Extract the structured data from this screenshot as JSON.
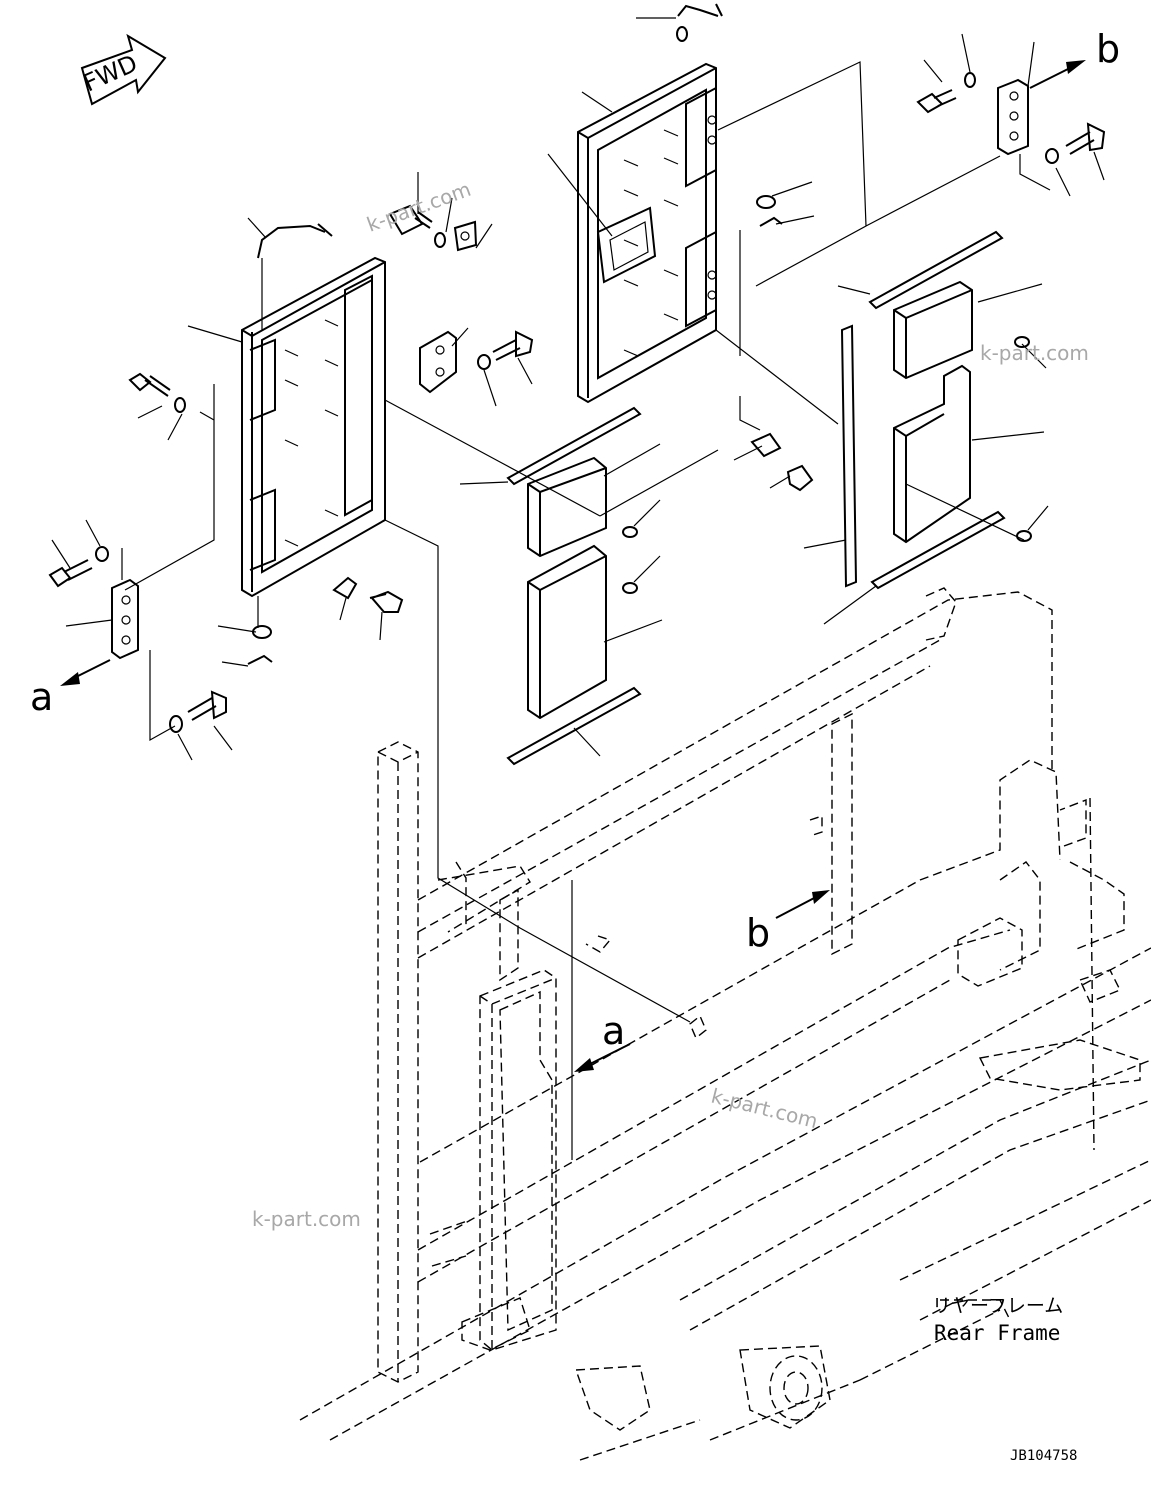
{
  "fwd_label": "FWD",
  "callouts": {
    "view_a_top": "a",
    "view_b_top": "b",
    "view_a_frame": "a",
    "view_b_frame": "b"
  },
  "rear_frame": {
    "label_jp": "リヤーフレーム",
    "label_en": "Rear Frame"
  },
  "drawing_number": "JB104758",
  "watermark": "k-part.com"
}
